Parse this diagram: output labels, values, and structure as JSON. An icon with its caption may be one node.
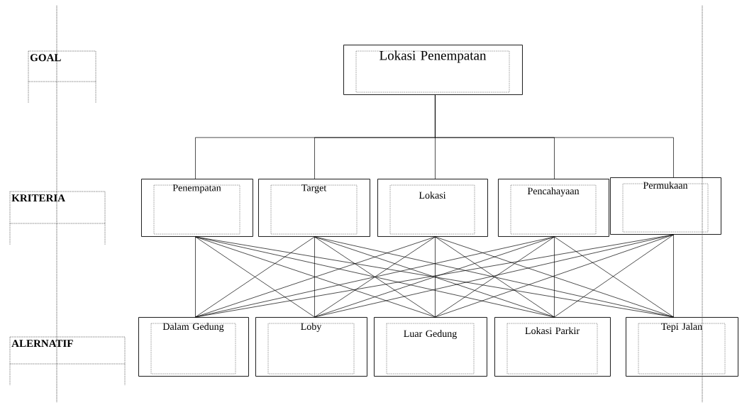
{
  "diagram": {
    "nodes": [
      {
        "text": [
          "Lokasi Penempatan"
        ]
      },
      {
        "text": [
          "Penempatan"
        ]
      },
      {
        "text": [
          "Target"
        ]
      },
      {
        "text": [
          "Lokasi"
        ]
      },
      {
        "text": [
          "Pencahayaan"
        ]
      },
      {
        "text": [
          "Permukaan"
        ]
      },
      {
        "text": [
          "Dalam Gedung"
        ]
      },
      {
        "text": [
          "Loby"
        ]
      },
      {
        "text": [
          "Luar Gedung"
        ]
      },
      {
        "text": [
          "Lokasi Parkir"
        ]
      },
      {
        "text": [
          "Tepi Jalan"
        ]
      }
    ],
    "edges": [
      {
        "from": 0,
        "to": 1,
        "arrow": "none"
      },
      {
        "from": 0,
        "to": 2,
        "arrow": "none"
      },
      {
        "from": 0,
        "to": 3,
        "arrow": "none"
      },
      {
        "from": 0,
        "to": 4,
        "arrow": "none"
      },
      {
        "from": 0,
        "to": 5,
        "arrow": "none"
      },
      {
        "from": 1,
        "to": 6,
        "arrow": "none"
      },
      {
        "from": 1,
        "to": 7,
        "arrow": "none"
      },
      {
        "from": 1,
        "to": 8,
        "arrow": "none"
      },
      {
        "from": 1,
        "to": 9,
        "arrow": "none"
      },
      {
        "from": 1,
        "to": 10,
        "arrow": "none"
      },
      {
        "from": 2,
        "to": 6,
        "arrow": "none"
      },
      {
        "from": 2,
        "to": 7,
        "arrow": "none"
      },
      {
        "from": 2,
        "to": 8,
        "arrow": "none"
      },
      {
        "from": 2,
        "to": 9,
        "arrow": "none"
      },
      {
        "from": 2,
        "to": 10,
        "arrow": "none"
      },
      {
        "from": 3,
        "to": 6,
        "arrow": "none"
      },
      {
        "from": 3,
        "to": 7,
        "arrow": "none"
      },
      {
        "from": 3,
        "to": 8,
        "arrow": "none"
      },
      {
        "from": 3,
        "to": 9,
        "arrow": "none"
      },
      {
        "from": 3,
        "to": 10,
        "arrow": "none"
      },
      {
        "from": 4,
        "to": 6,
        "arrow": "none"
      },
      {
        "from": 4,
        "to": 7,
        "arrow": "none"
      },
      {
        "from": 4,
        "to": 8,
        "arrow": "none"
      },
      {
        "from": 4,
        "to": 9,
        "arrow": "none"
      },
      {
        "from": 4,
        "to": 10,
        "arrow": "none"
      },
      {
        "from": 5,
        "to": 6,
        "arrow": "none"
      },
      {
        "from": 5,
        "to": 7,
        "arrow": "none"
      },
      {
        "from": 5,
        "to": 8,
        "arrow": "none"
      },
      {
        "from": 5,
        "to": 9,
        "arrow": "none"
      },
      {
        "from": 5,
        "to": 10,
        "arrow": "none"
      }
    ],
    "labels": [
      "GOAL",
      "KRITERIA",
      "ALERNATIF"
    ]
  }
}
